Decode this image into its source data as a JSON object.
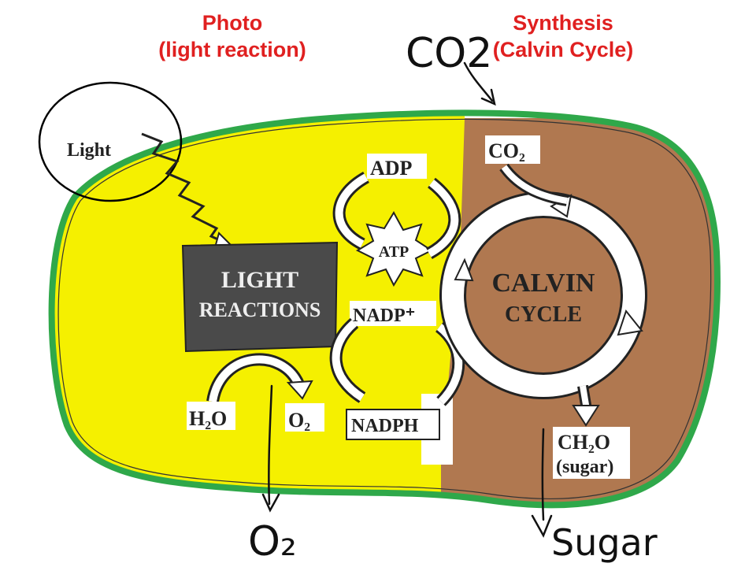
{
  "headings": {
    "photo": [
      "Photo",
      "(light reaction)"
    ],
    "synthesis": [
      "Synthesis",
      "(Calvin Cycle)"
    ]
  },
  "diagram": {
    "light_label": "Light",
    "light_reactions_label": [
      "LIGHT",
      "REACTIONS"
    ],
    "calvin_cycle_label": [
      "CALVIN",
      "CYCLE"
    ],
    "adp": "ADP",
    "atp": "ATP",
    "nadp_plus": "NADP⁺",
    "nadph": "NADPH",
    "h2o": "H₂O",
    "o2": "O₂",
    "co2": "CO₂",
    "ch2o": "CH₂O",
    "sugar_paren": "(sugar)"
  },
  "handwritten": {
    "co2_top": "CO2",
    "o2_bottom": "O₂",
    "sugar_bottom": "Sugar"
  },
  "colors": {
    "heading_red": "#e02020",
    "chloroplast_border": "#2fa84a",
    "light_region": "#f5f000",
    "calvin_region": "#b07850",
    "light_reactions_box": "#4a4a4a"
  }
}
